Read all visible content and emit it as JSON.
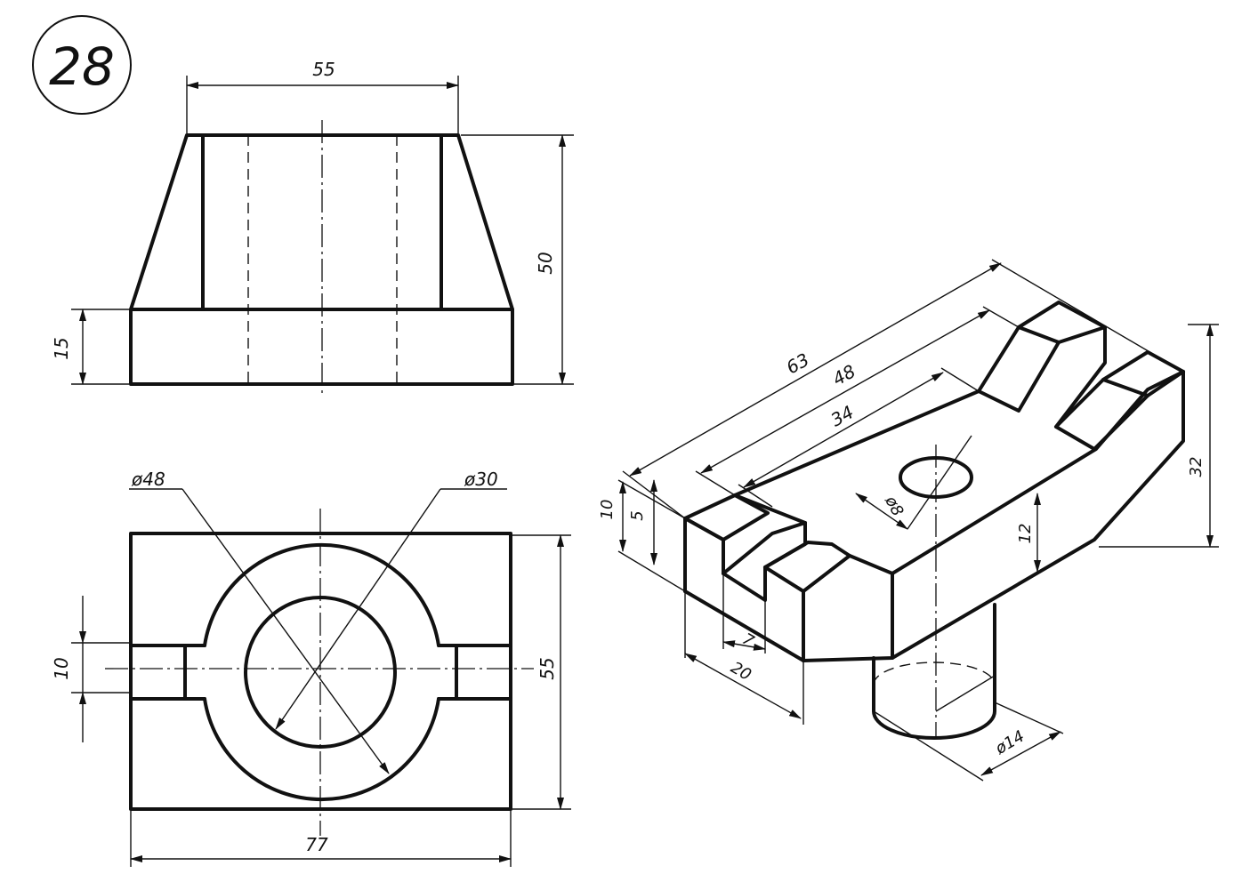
{
  "sheet": {
    "number": "28"
  },
  "front_view": {
    "dim_top_width": "55",
    "dim_total_height": "50",
    "dim_base_height": "15"
  },
  "top_view": {
    "dim_outer_diameter": "ø48",
    "dim_inner_diameter": "ø30",
    "dim_slot_width": "10",
    "dim_depth": "55",
    "dim_length": "77"
  },
  "isometric": {
    "dim_63": "63",
    "dim_48": "48",
    "dim_34": "34",
    "dim_10": "10",
    "dim_5": "5",
    "dim_12": "12",
    "dim_32": "32",
    "dim_hole": "ø8",
    "dim_7": "7",
    "dim_20": "20",
    "dim_boss": "ø14"
  }
}
